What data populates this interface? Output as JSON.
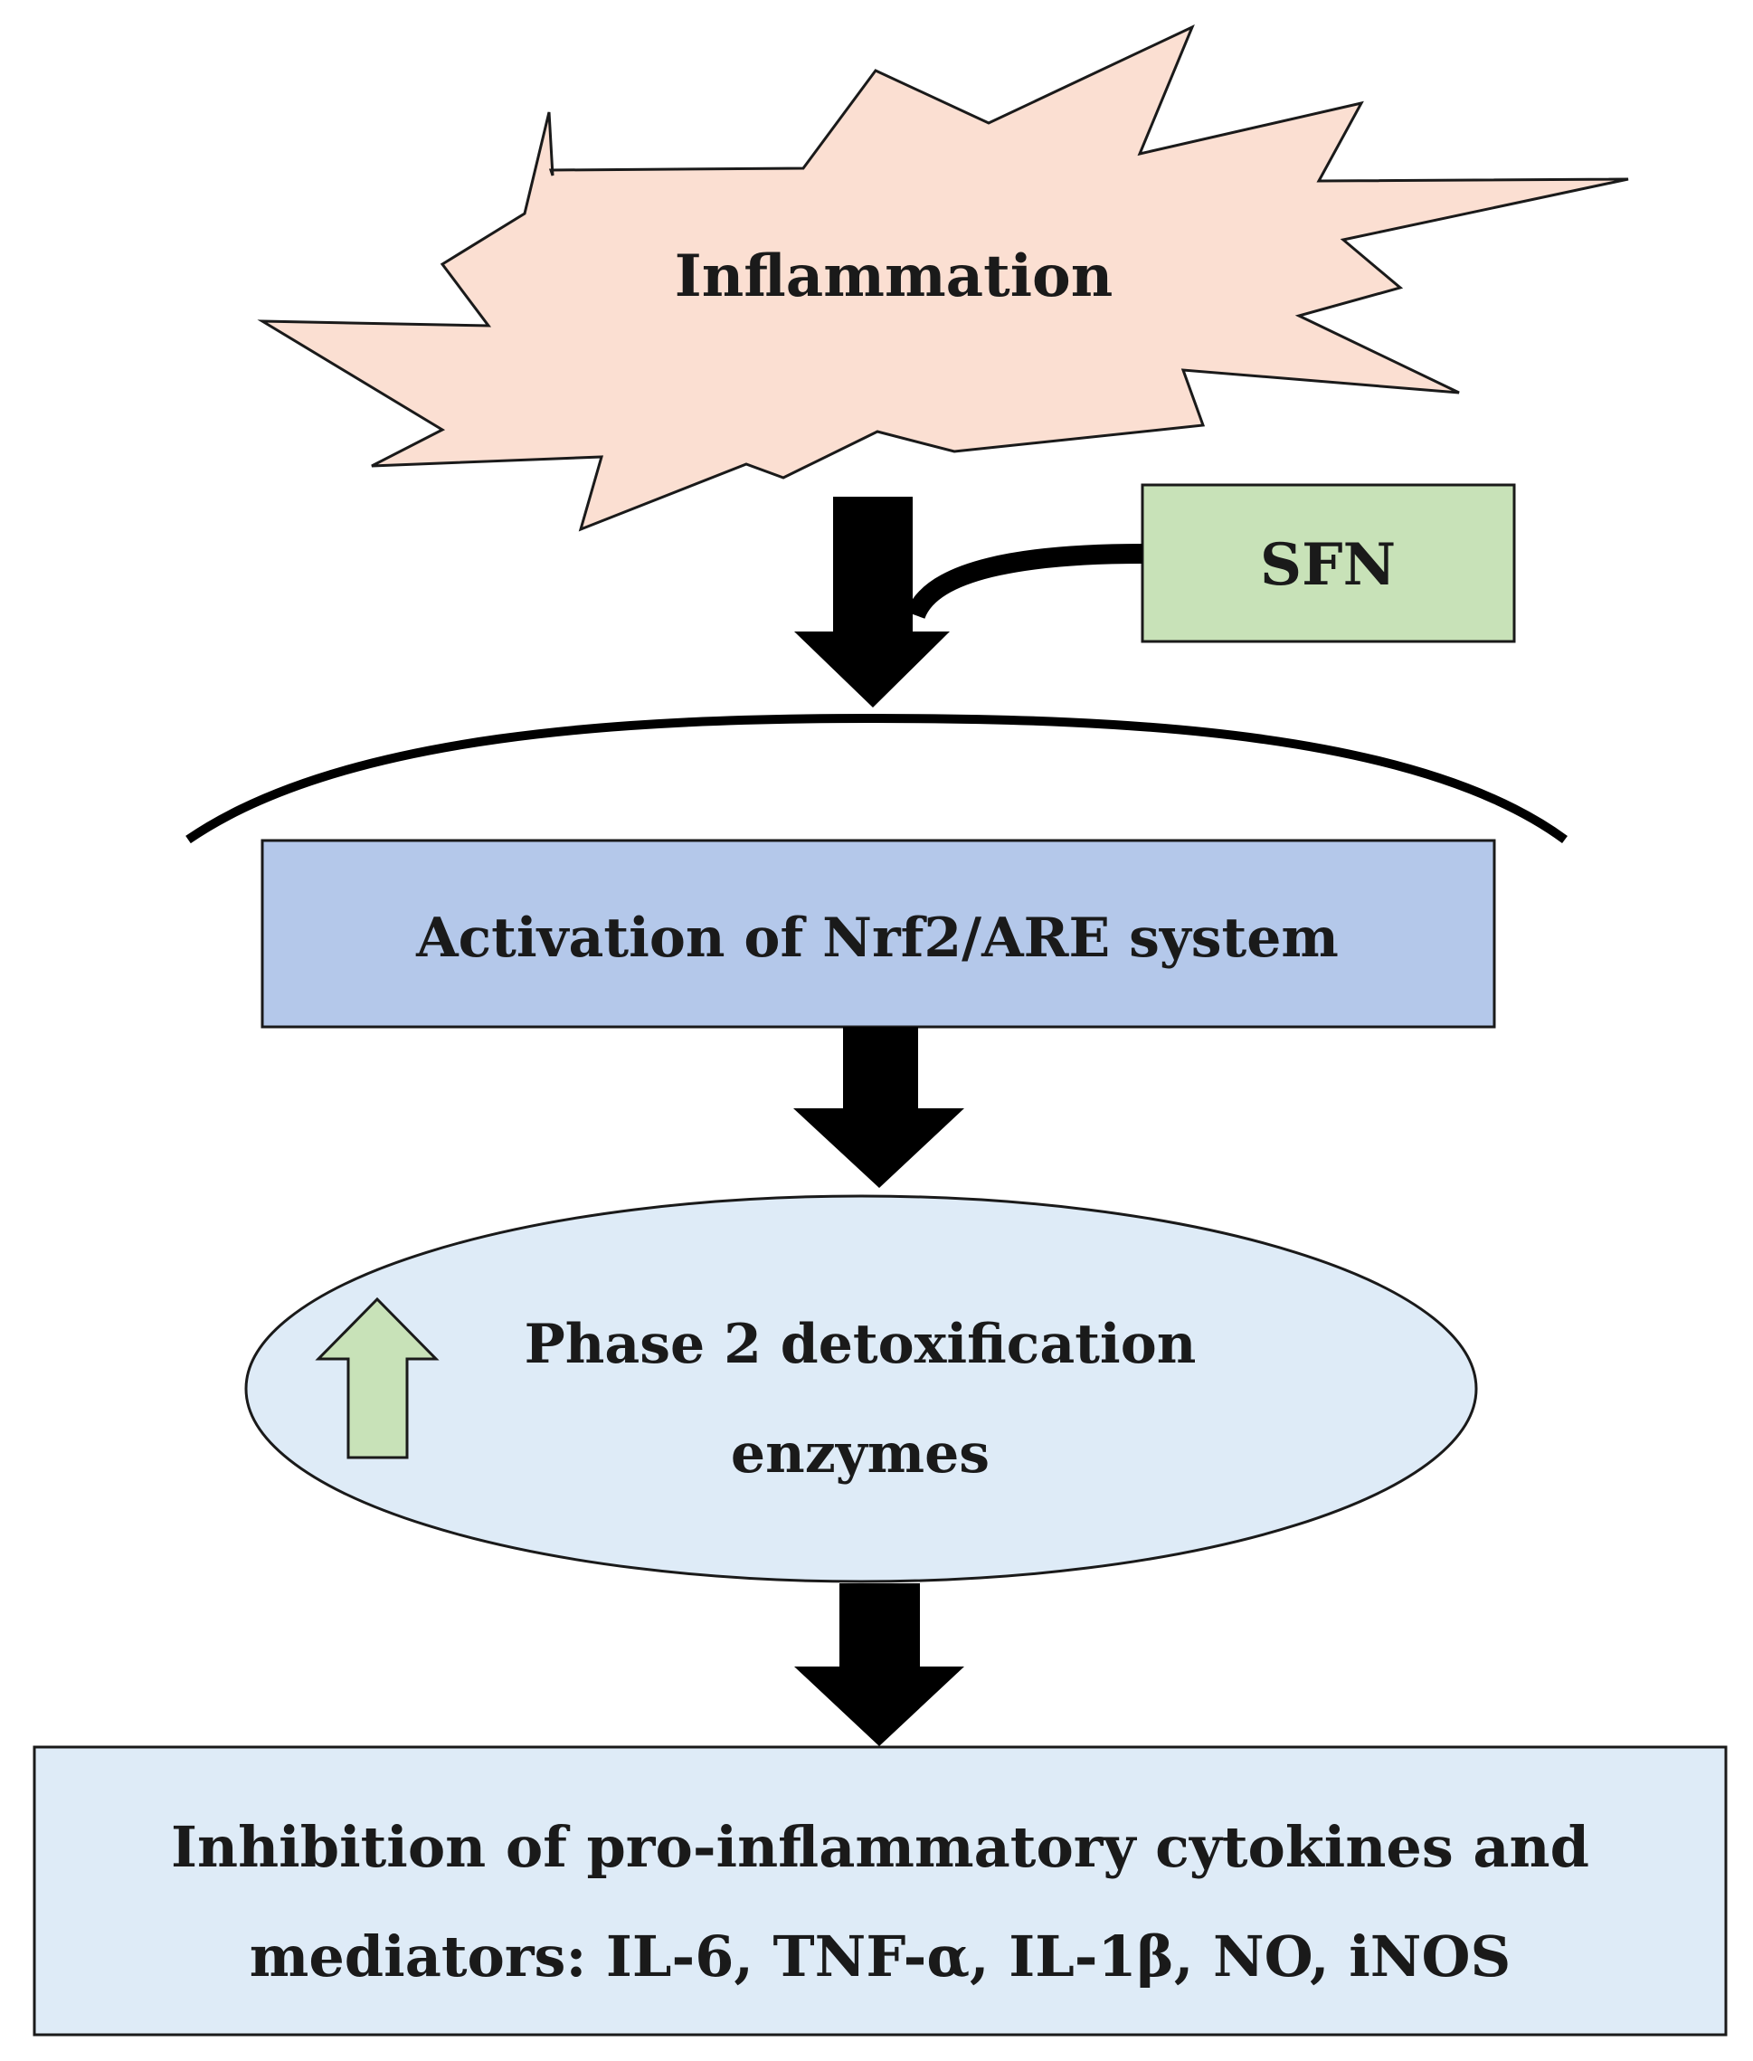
{
  "nodes": {
    "inflammation": {
      "label": "Inflammation",
      "fill": "#fbdfd2"
    },
    "sfn": {
      "label": "SFN",
      "fill": "#c8e2b8"
    },
    "nrf2": {
      "label": "Activation of Nrf2/ARE system",
      "fill": "#b4c8ea"
    },
    "phase2": {
      "line1": "Phase 2 detoxification",
      "line2": "enzymes",
      "fill": "#deebf7"
    },
    "inhibition": {
      "line1": "Inhibition of pro-inflammatory cytokines and",
      "line2": "mediators: IL-6, TNF-α, IL-1β, NO, iNOS",
      "fill": "#deebf7"
    }
  },
  "icons": {
    "increase_arrow": {
      "name": "up-arrow-icon",
      "fill": "#c8e2b8"
    }
  },
  "colors": {
    "arrow": "#000000",
    "stroke": "#1a1a1a"
  }
}
